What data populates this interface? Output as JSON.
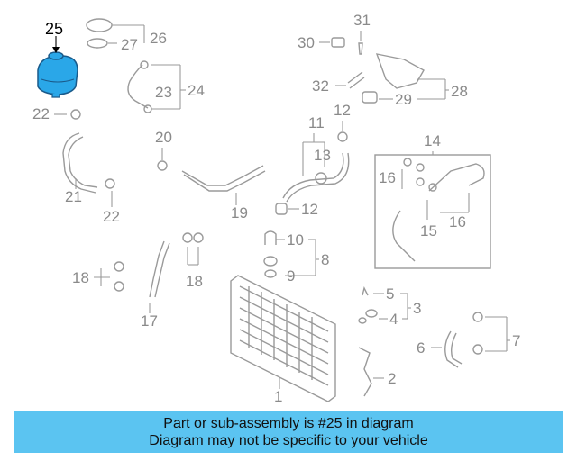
{
  "diagram": {
    "highlight_color": "#2aa7e8",
    "line_color": "#9a9a9a",
    "highlighted_part": "25",
    "callouts": [
      "25",
      "27",
      "26",
      "22",
      "23",
      "24",
      "21",
      "22",
      "20",
      "19",
      "30",
      "31",
      "32",
      "29",
      "28",
      "11",
      "12",
      "13",
      "12",
      "10",
      "8",
      "9",
      "14",
      "16",
      "15",
      "16",
      "17",
      "18",
      "18",
      "5",
      "4",
      "3",
      "7",
      "6",
      "1",
      "2"
    ]
  },
  "banner": {
    "line1": "Part or sub-assembly is #25 in diagram",
    "line2": "Diagram may not be specific to your vehicle",
    "color": "#5bc4f1"
  }
}
